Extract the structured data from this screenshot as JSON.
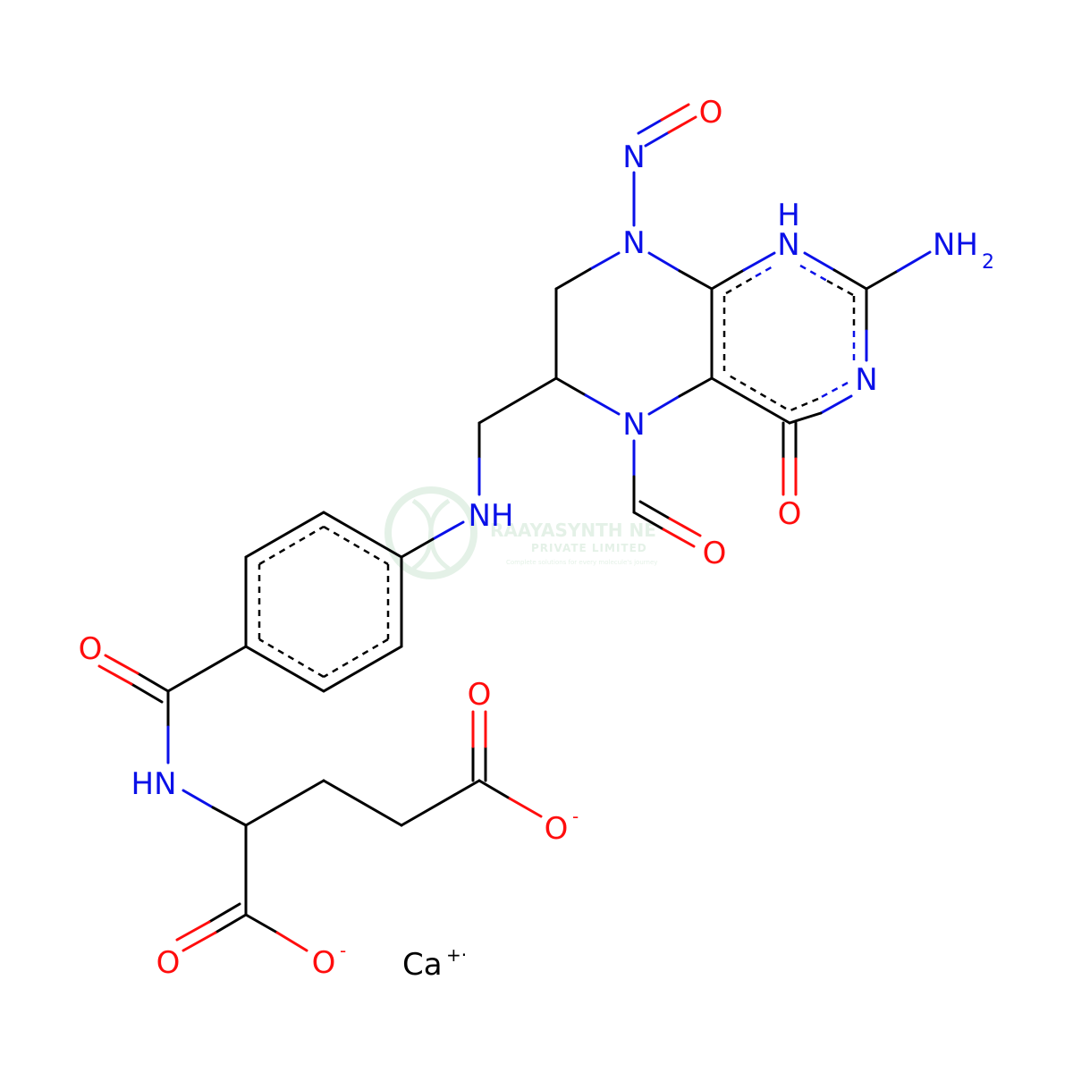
{
  "colors": {
    "carbon_bond": "#000000",
    "nitrogen": "#0a10e8",
    "oxygen": "#ff0d0d",
    "watermark": "#cfe6d4"
  },
  "watermark": {
    "name": "RAAYASYNTH NE",
    "line2": "PRIVATE LIMITED",
    "tagline": "Complete solutions for every molecule's journey"
  },
  "atoms": {
    "nitroso_O": "O",
    "nitroso_N": "N",
    "N8": "N",
    "N1_H": "H",
    "N1": "N",
    "amino_N": "NH",
    "amino_sub": "2",
    "N3": "N",
    "N5": "N",
    "C4_O": "O",
    "formyl_O": "O",
    "bridge_NH": "NH",
    "amide_O": "O",
    "amide_NH": "HN",
    "gamma_O": "O",
    "gamma_O_minus": "O",
    "alpha_O": "O",
    "alpha_O_minus": "O",
    "minus": "-",
    "counterion": "Ca",
    "counterion_charge": "+·"
  }
}
